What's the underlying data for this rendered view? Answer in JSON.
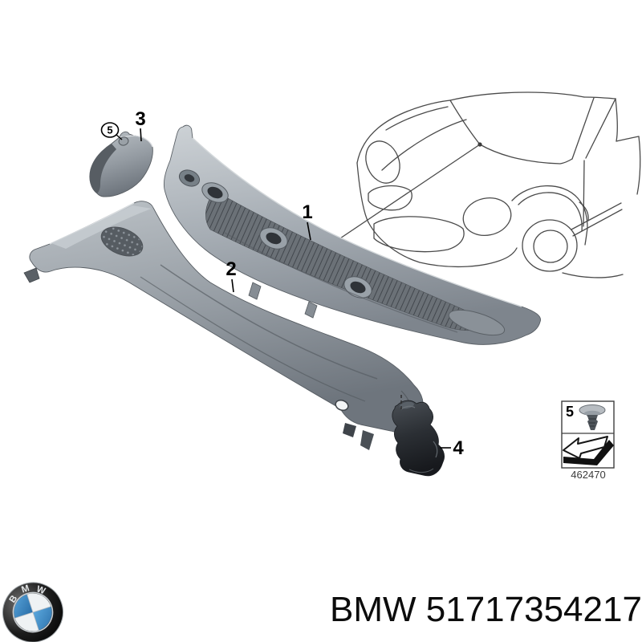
{
  "diagram": {
    "callouts": [
      {
        "id": "1",
        "label": "1"
      },
      {
        "id": "2",
        "label": "2"
      },
      {
        "id": "3",
        "label": "3"
      },
      {
        "id": "4",
        "label": "4"
      },
      {
        "id": "5",
        "label": "5"
      }
    ],
    "fastener_box": {
      "number": "5",
      "code": "462470"
    },
    "icons": {
      "fastener": "push-clip-icon",
      "direction": "arrow-down-left-icon",
      "vehicle": "mini-front-sketch"
    }
  },
  "footer": {
    "text": "BMW 51717354217",
    "roundel_letters": [
      "B",
      "M",
      "W"
    ],
    "logo": "bmw-roundel"
  },
  "colors": {
    "panel_light": "#c9ced2",
    "panel_mid": "#8e959c",
    "panel_dark": "#565c62",
    "duct_black": "#24282d",
    "roundel_blue": "#3c8bc8",
    "sketch_line": "#4a4a4a"
  }
}
